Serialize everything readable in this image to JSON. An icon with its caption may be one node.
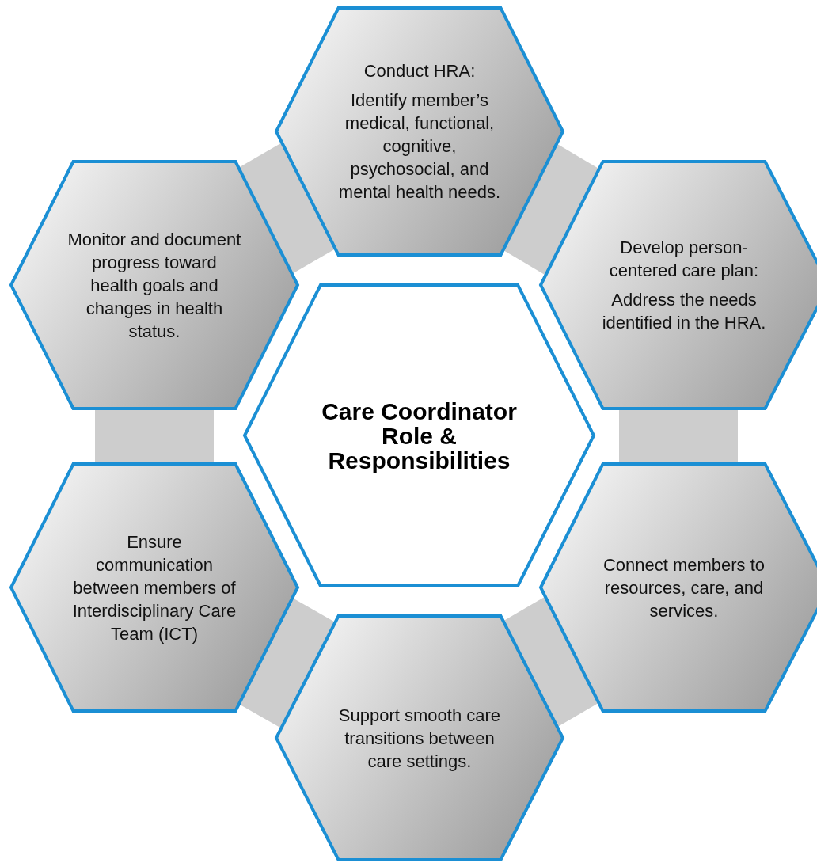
{
  "diagram": {
    "nodes": [
      {
        "text": [
          "Conduct HRA:",
          "Identify member’s medical, functional, cognitive, psychosocial, and mental health needs."
        ]
      },
      {
        "text": [
          "Develop person-centered care plan:",
          "Address the needs identified in the HRA."
        ]
      },
      {
        "text": [
          "Connect members to resources, care, and services."
        ]
      },
      {
        "text": [
          "Support smooth care transitions between care settings."
        ]
      },
      {
        "text": [
          "Ensure communication between members of Interdisciplinary Care Team (ICT)"
        ]
      },
      {
        "text": [
          "Monitor and document progress toward health goals and changes in health status."
        ]
      },
      {
        "text": [
          "Care Coordinator Role & Responsibilities"
        ]
      }
    ]
  }
}
